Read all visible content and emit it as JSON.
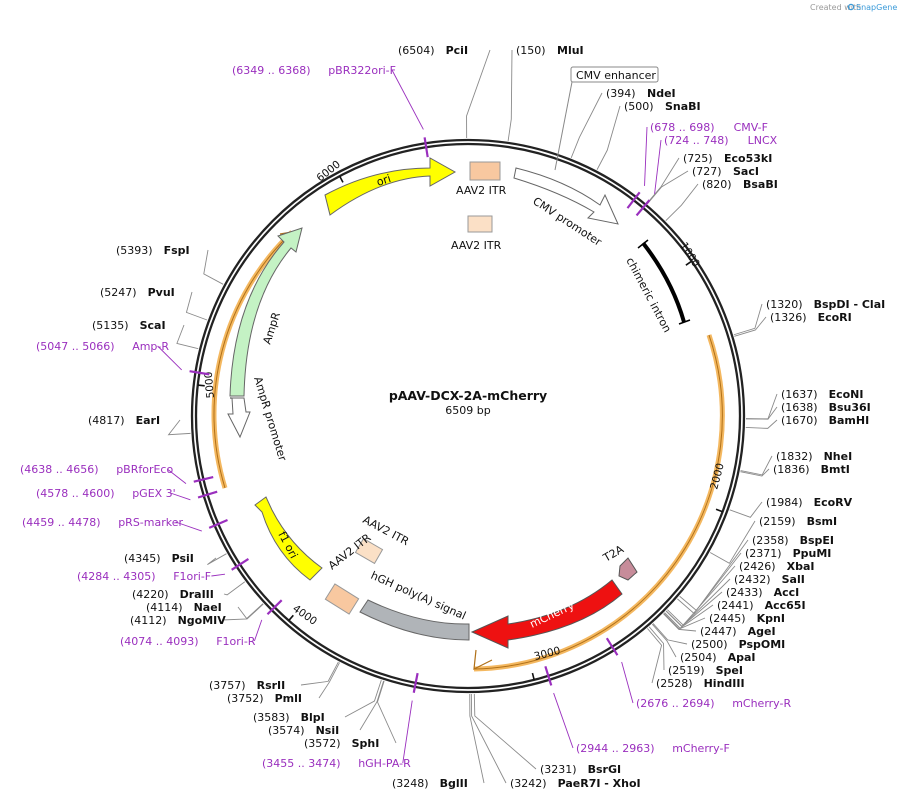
{
  "header": {
    "credit": "Created with",
    "brand": "SnapGene"
  },
  "plasmid": {
    "name": "pAAV-DCX-2A-mCherry",
    "size_label": "6509 bp",
    "length": 6509
  },
  "sites": [
    {
      "pos": "(6504)",
      "name": "PciI"
    },
    {
      "pos": "(150)",
      "name": "MluI"
    },
    {
      "pos": "(394)",
      "name": "NdeI"
    },
    {
      "pos": "(500)",
      "name": "SnaBI"
    },
    {
      "pos": "(725)",
      "name": "Eco53kI"
    },
    {
      "pos": "(727)",
      "name": "SacI"
    },
    {
      "pos": "(820)",
      "name": "BsaBI"
    },
    {
      "pos": "(1320)",
      "name": "BspDI - ClaI"
    },
    {
      "pos": "(1326)",
      "name": "EcoRI"
    },
    {
      "pos": "(1637)",
      "name": "EcoNI"
    },
    {
      "pos": "(1638)",
      "name": "Bsu36I"
    },
    {
      "pos": "(1670)",
      "name": "BamHI"
    },
    {
      "pos": "(1832)",
      "name": "NheI"
    },
    {
      "pos": "(1836)",
      "name": "BmtI"
    },
    {
      "pos": "(1984)",
      "name": "EcoRV"
    },
    {
      "pos": "(2159)",
      "name": "BsmI"
    },
    {
      "pos": "(2358)",
      "name": "BspEI"
    },
    {
      "pos": "(2371)",
      "name": "PpuMI"
    },
    {
      "pos": "(2426)",
      "name": "XbaI"
    },
    {
      "pos": "(2432)",
      "name": "SalI"
    },
    {
      "pos": "(2433)",
      "name": "AccI"
    },
    {
      "pos": "(2441)",
      "name": "Acc65I"
    },
    {
      "pos": "(2445)",
      "name": "KpnI"
    },
    {
      "pos": "(2447)",
      "name": "AgeI"
    },
    {
      "pos": "(2500)",
      "name": "PspOMI"
    },
    {
      "pos": "(2504)",
      "name": "ApaI"
    },
    {
      "pos": "(2519)",
      "name": "SpeI"
    },
    {
      "pos": "(2528)",
      "name": "HindIII"
    },
    {
      "pos": "(3231)",
      "name": "BsrGI"
    },
    {
      "pos": "(3242)",
      "name": "PaeR7I - XhoI"
    },
    {
      "pos": "(3248)",
      "name": "BglII"
    },
    {
      "pos": "(3572)",
      "name": "SphI"
    },
    {
      "pos": "(3574)",
      "name": "NsiI"
    },
    {
      "pos": "(3583)",
      "name": "BlpI"
    },
    {
      "pos": "(3752)",
      "name": "PmlI"
    },
    {
      "pos": "(3757)",
      "name": "RsrII"
    },
    {
      "pos": "(4112)",
      "name": "NgoMIV"
    },
    {
      "pos": "(4114)",
      "name": "NaeI"
    },
    {
      "pos": "(4220)",
      "name": "DraIII"
    },
    {
      "pos": "(4345)",
      "name": "PsiI"
    },
    {
      "pos": "(4817)",
      "name": "EarI"
    },
    {
      "pos": "(5135)",
      "name": "ScaI"
    },
    {
      "pos": "(5247)",
      "name": "PvuI"
    },
    {
      "pos": "(5393)",
      "name": "FspI"
    }
  ],
  "primers": [
    {
      "range": "(6349 .. 6368)",
      "name": "pBR322ori-F"
    },
    {
      "range": "(678 .. 698)",
      "name": "CMV-F"
    },
    {
      "range": "(724 .. 748)",
      "name": "LNCX"
    },
    {
      "range": "(2676 .. 2694)",
      "name": "mCherry-R"
    },
    {
      "range": "(2944 .. 2963)",
      "name": "mCherry-F"
    },
    {
      "range": "(3455 .. 3474)",
      "name": "hGH-PA-R"
    },
    {
      "range": "(4074 .. 4093)",
      "name": "F1ori-R"
    },
    {
      "range": "(4284 .. 4305)",
      "name": "F1ori-F"
    },
    {
      "range": "(4459 .. 4478)",
      "name": "pRS-marker"
    },
    {
      "range": "(4578 .. 4600)",
      "name": "pGEX 3'"
    },
    {
      "range": "(4638 .. 4656)",
      "name": "pBRforEco"
    },
    {
      "range": "(5047 .. 5066)",
      "name": "Amp-R"
    }
  ],
  "features": {
    "cmv_enhancer": "CMV enhancer",
    "cmv_promoter": "CMV promoter",
    "chimeric_intron": "chimeric intron",
    "itr_top_outer": "AAV2 ITR",
    "itr_top_inner": "AAV2 ITR",
    "itr_bottom_inner": "AAV2 ITR",
    "itr_bottom_outer": "AAV2 ITR",
    "hgh_polya": "hGH poly(A) signal",
    "mcherry": "mCherry",
    "t2a": "T2A",
    "ori": "ori",
    "ampr": "AmpR",
    "ampr_promoter": "AmpR promoter",
    "f1_ori": "f1 ori"
  },
  "ticks": [
    "1000",
    "2000",
    "3000",
    "4000",
    "5000",
    "6000"
  ],
  "colors": {
    "primer": "#9a2fbe",
    "ori": "#ffff00",
    "mcherry": "#ee1111",
    "itr": "#f8c8a0",
    "ampr": "#c4f2c4",
    "hgh": "#b0b4b8",
    "t2a": "#c78c9a",
    "insert_track": "#f4b860"
  }
}
